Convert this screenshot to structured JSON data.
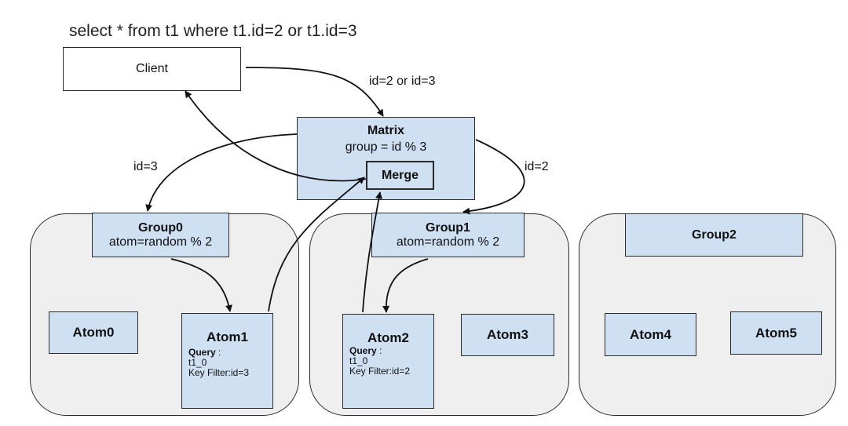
{
  "query": "select * from t1 where t1.id=2 or t1.id=3",
  "client": {
    "label": "Client"
  },
  "matrix": {
    "title": "Matrix",
    "rule": "group = id % 3",
    "merge": "Merge"
  },
  "edges": {
    "client_to_matrix": "id=2 or id=3",
    "to_group0": "id=3",
    "to_group1": "id=2"
  },
  "groups": [
    {
      "title": "Group0",
      "rule": "atom=random % 2"
    },
    {
      "title": "Group1",
      "rule": "atom=random % 2"
    },
    {
      "title": "Group2",
      "rule": ""
    }
  ],
  "atoms": [
    {
      "name": "Atom0"
    },
    {
      "name": "Atom1",
      "query_label": "Query",
      "query_sep": ":",
      "table": "t1_0",
      "filter": "Key Filter:id=3"
    },
    {
      "name": "Atom2",
      "query_label": "Query",
      "query_sep": ":",
      "table": "t1_0",
      "filter": "Key Filter:id=2"
    },
    {
      "name": "Atom3"
    },
    {
      "name": "Atom4"
    },
    {
      "name": "Atom5"
    }
  ]
}
